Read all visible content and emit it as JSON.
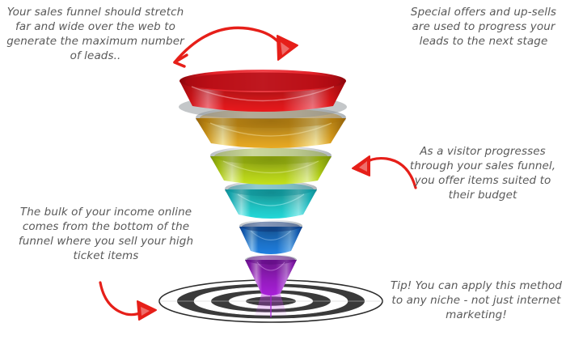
{
  "diagram": {
    "title": "Sales Funnel Diagram",
    "text_color": "#595959",
    "arrow_color": "#e61f19"
  },
  "notes": {
    "top_left": "Your sales funnel should stretch far and wide over the web to generate the maximum number of leads..",
    "top_right": "Special offers and up-sells are used to progress your leads to the next stage",
    "mid_right": "As a visitor progresses through your sales funnel, you offer items suited to their budget",
    "mid_left": "The bulk of your income online comes from the bottom of the funnel where you sell your high ticket items",
    "bottom_right": "Tip! You can apply this method to any niche - not just internet marketing!"
  },
  "funnel": {
    "layers": [
      {
        "name": "layer-red",
        "color": "#e8191c",
        "highlight": "#f9707a",
        "shadow": "#a80d12"
      },
      {
        "name": "layer-orange",
        "color": "#e8a820",
        "highlight": "#f9e08a",
        "shadow": "#b07a10"
      },
      {
        "name": "layer-green",
        "color": "#c2e01a",
        "highlight": "#e8f58a",
        "shadow": "#8fae0c"
      },
      {
        "name": "layer-cyan",
        "color": "#21d6d6",
        "highlight": "#8cf2f2",
        "shadow": "#11a0a8"
      },
      {
        "name": "layer-blue",
        "color": "#1f7fe0",
        "highlight": "#7ebdf5",
        "shadow": "#0f3f9e"
      },
      {
        "name": "layer-purple",
        "color": "#a61fd6",
        "highlight": "#dd88f5",
        "shadow": "#6a0f96"
      }
    ],
    "rim_color": "#d9dde0"
  },
  "target": {
    "name": "bullseye-target",
    "ring_dark": "#3a3a3a",
    "ring_light": "#ffffff",
    "outline": "#2b2b2b",
    "ring_count": 5
  }
}
